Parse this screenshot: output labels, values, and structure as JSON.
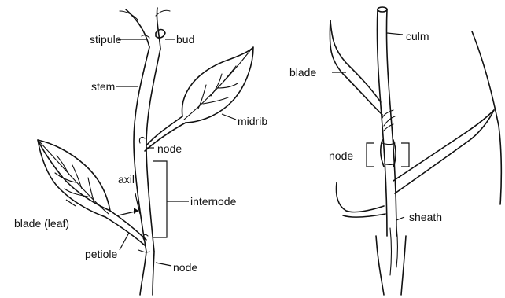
{
  "diagram": {
    "left_plant": {
      "labels": {
        "stipule": "stipule",
        "bud": "bud",
        "stem": "stem",
        "midrib": "midrib",
        "node_upper": "node",
        "axil": "axil",
        "internode": "internode",
        "blade_leaf": "blade (leaf)",
        "petiole": "petiole",
        "node_lower": "node"
      }
    },
    "right_plant": {
      "labels": {
        "culm": "culm",
        "blade": "blade",
        "node": "node",
        "sheath": "sheath"
      }
    },
    "ink_color": "#111111"
  }
}
